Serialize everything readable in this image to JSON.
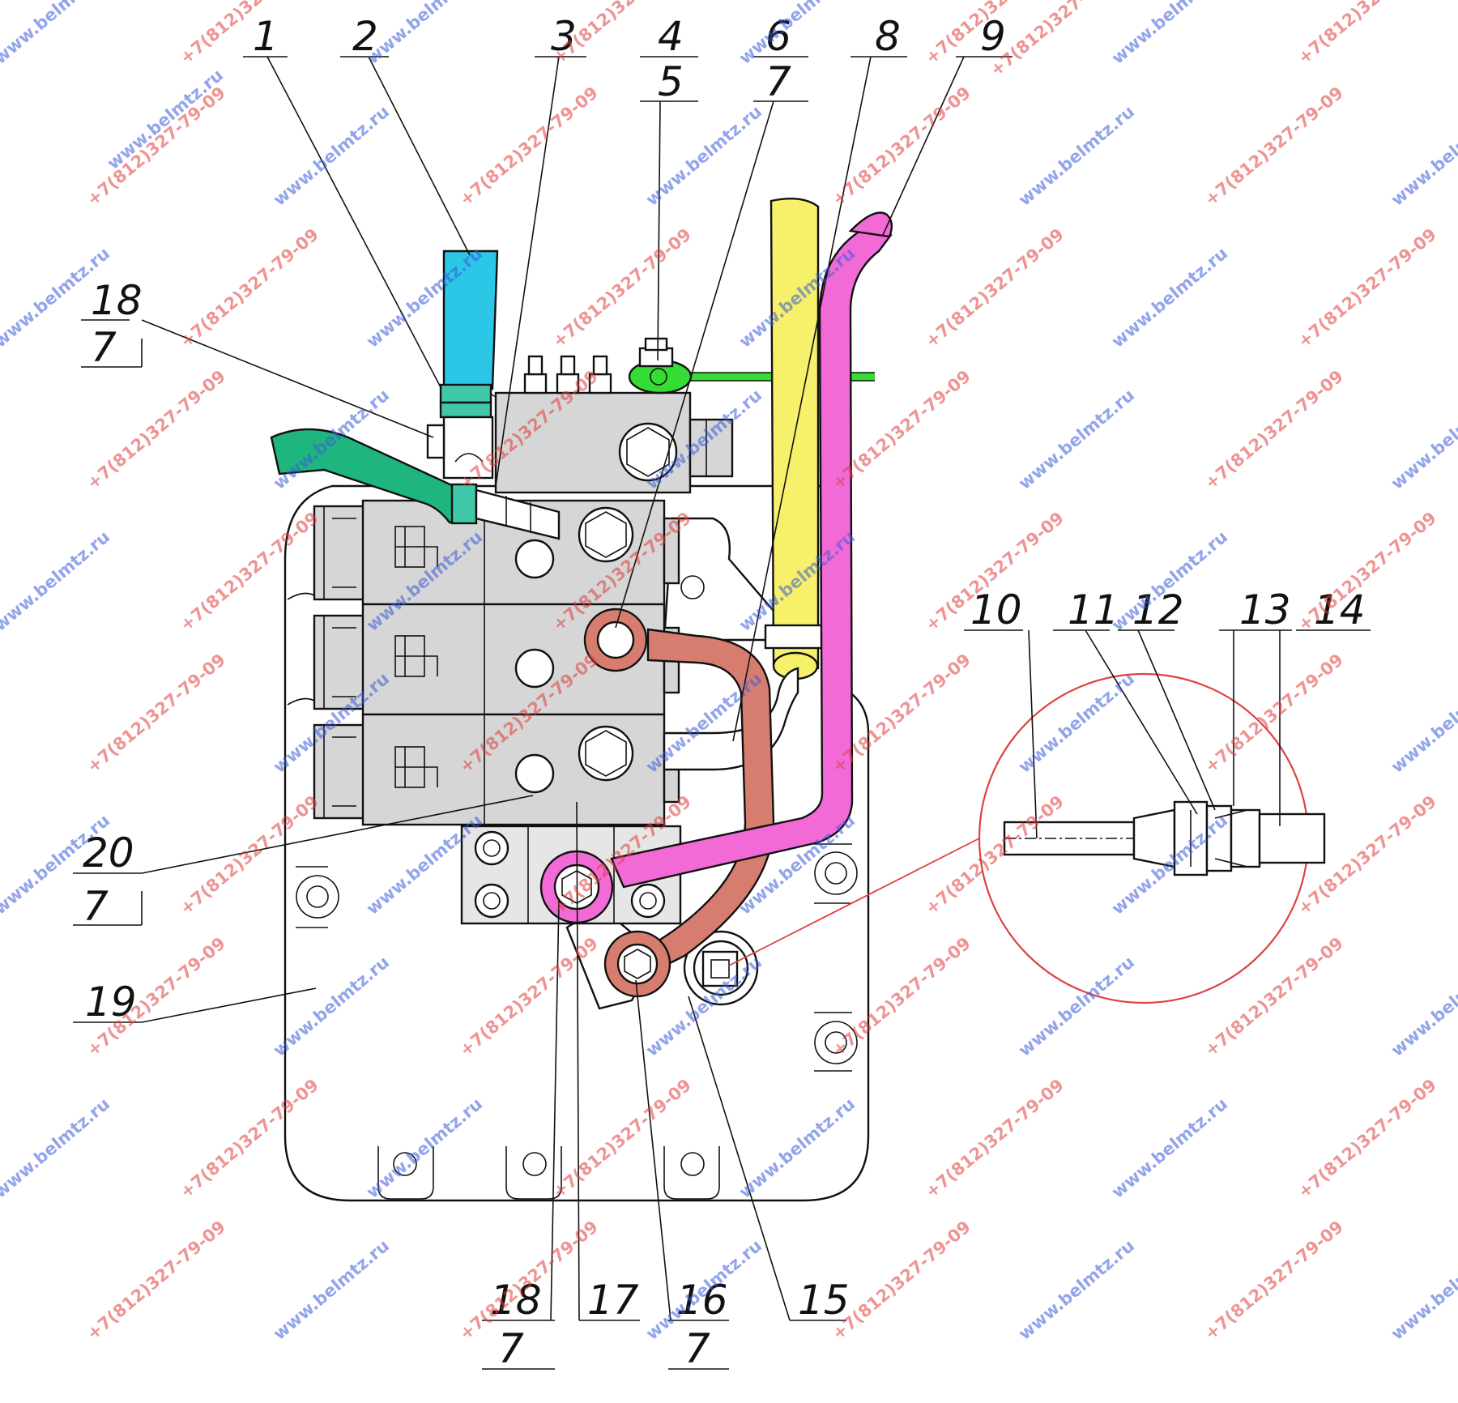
{
  "callouts": {
    "c1": "1",
    "c2": "2",
    "c3": "3",
    "c4": "4",
    "c5": "5",
    "c6": "6",
    "c7a": "7",
    "c8": "8",
    "c9": "9",
    "c10": "10",
    "c11": "11",
    "c12": "12",
    "c13": "13",
    "c14": "14",
    "c18a": "18",
    "c7b": "7",
    "c20": "20",
    "c7c": "7",
    "c19": "19",
    "c18b": "18",
    "c7d": "7",
    "c17": "17",
    "c16": "16",
    "c7e": "7",
    "c15": "15"
  },
  "watermark": {
    "site": "www.belmtz.ru",
    "phone": "+7(812)327-79-09"
  },
  "colors": {
    "hose_cyan": "#2cc6e6",
    "hose_green": "#1fb57e",
    "pipe_yellow": "#f7f06a",
    "pipe_pink": "#f26ad6",
    "tube_red": "#d67d6f",
    "wire_green": "#33dd33",
    "body_gray": "#d6d6d6",
    "detail_circle": "#e04040",
    "watermark_blue": "#3a5bd9",
    "watermark_red": "#e03c3c"
  }
}
